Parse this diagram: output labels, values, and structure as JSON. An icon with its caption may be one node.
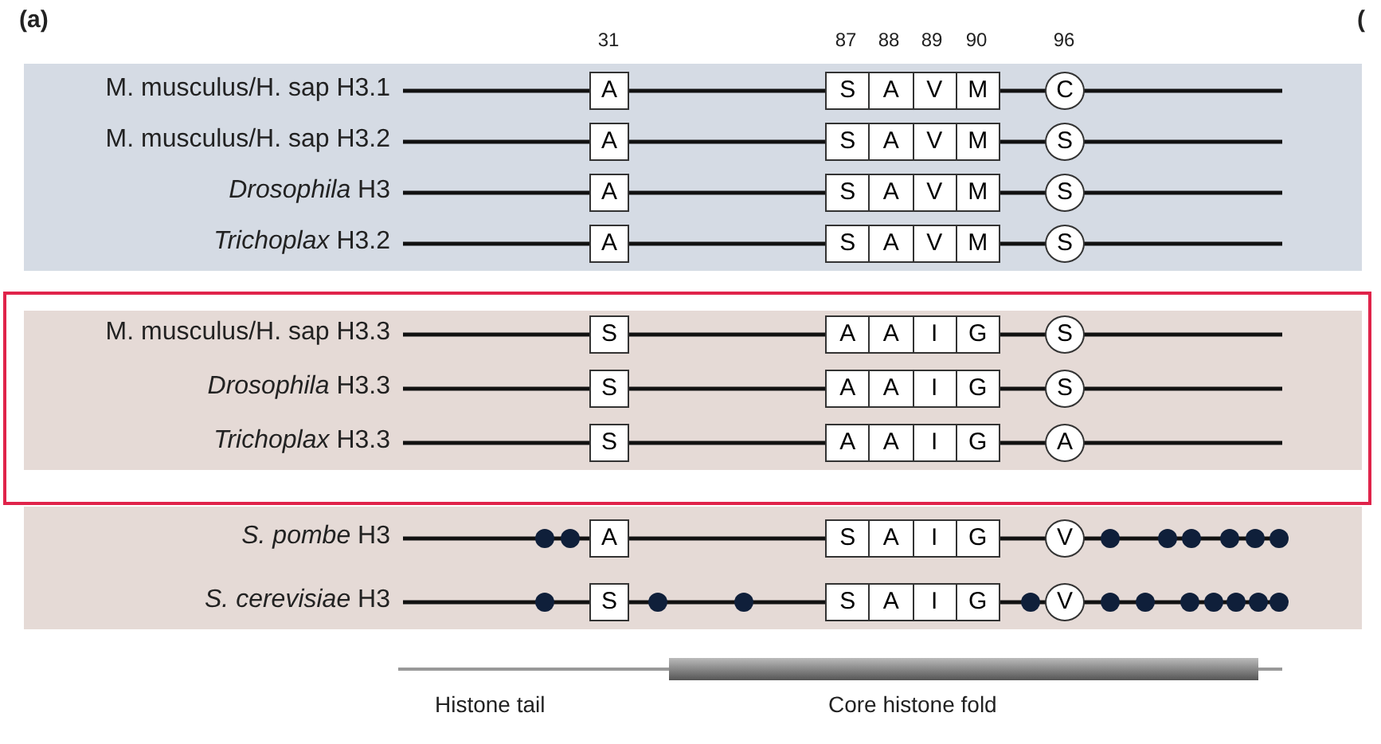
{
  "diagram": {
    "labels": [
      "(a)",
      "31",
      "87",
      "88",
      "89",
      "90",
      "96",
      "(",
      "M. musculus/H. sap H3.1",
      "A",
      "S",
      "A",
      "V",
      "M",
      "C",
      "M. musculus/H. sap H3.2",
      "A",
      "S",
      "A",
      "V",
      "M",
      "S",
      "*Drosophila* H3",
      "A",
      "S",
      "A",
      "V",
      "M",
      "S",
      "*Trichoplax* H3.2",
      "A",
      "S",
      "A",
      "V",
      "M",
      "S",
      "M. musculus/H. sap H3.3",
      "S",
      "A",
      "A",
      "I",
      "G",
      "S",
      "*Drosophila* H3.3",
      "S",
      "A",
      "A",
      "I",
      "G",
      "S",
      "*Trichoplax* H3.3",
      "S",
      "A",
      "A",
      "I",
      "G",
      "A",
      "*S. pombe* H3",
      "A",
      "S",
      "A",
      "I",
      "G",
      "V",
      "*S. cerevisiae* H3",
      "S",
      "S",
      "A",
      "I",
      "G",
      "V",
      "Histone tail",
      "Core histone fold"
    ]
  }
}
